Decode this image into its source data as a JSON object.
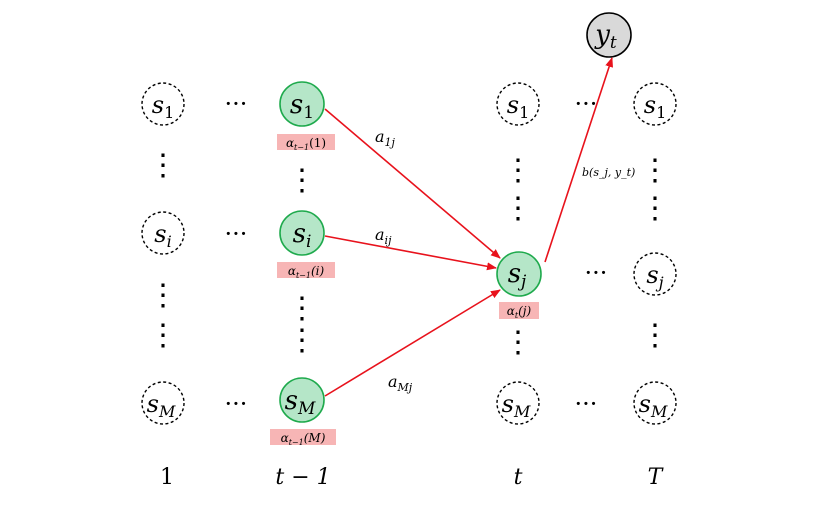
{
  "colors": {
    "active_fill": "#b5e6c8",
    "active_stroke": "#1faa4d",
    "observed_fill": "#d9d9d9",
    "arrow": "#e8121c",
    "alpha_highlight": "#f7b5b5"
  },
  "states": {
    "s1": {
      "base": "s",
      "sub": "1"
    },
    "si": {
      "base": "s",
      "sub": "i"
    },
    "sj": {
      "base": "s",
      "sub": "j"
    },
    "sM": {
      "base": "s",
      "sub": "M"
    }
  },
  "observation": {
    "base": "y",
    "sub": "t"
  },
  "time_labels": {
    "first": "1",
    "prev": "t − 1",
    "cur": "t",
    "last": "T"
  },
  "alphas": {
    "a1": {
      "base": "α",
      "sub": "t−1",
      "arg": "(1)"
    },
    "ai": {
      "base": "α",
      "sub": "t−1",
      "arg": "(i)"
    },
    "aM": {
      "base": "α",
      "sub": "t−1",
      "arg": "(M)"
    },
    "aj": {
      "base": "α",
      "sub": "t",
      "arg": "(j)"
    }
  },
  "edges": {
    "a1j": {
      "base": "a",
      "sub": "1j"
    },
    "aij": {
      "base": "a",
      "sub": "ij"
    },
    "aMj": {
      "base": "a",
      "sub": "Mj"
    },
    "emission": "b(s_j, y_t)"
  },
  "ellipsis": "···",
  "vdots": "⋮"
}
